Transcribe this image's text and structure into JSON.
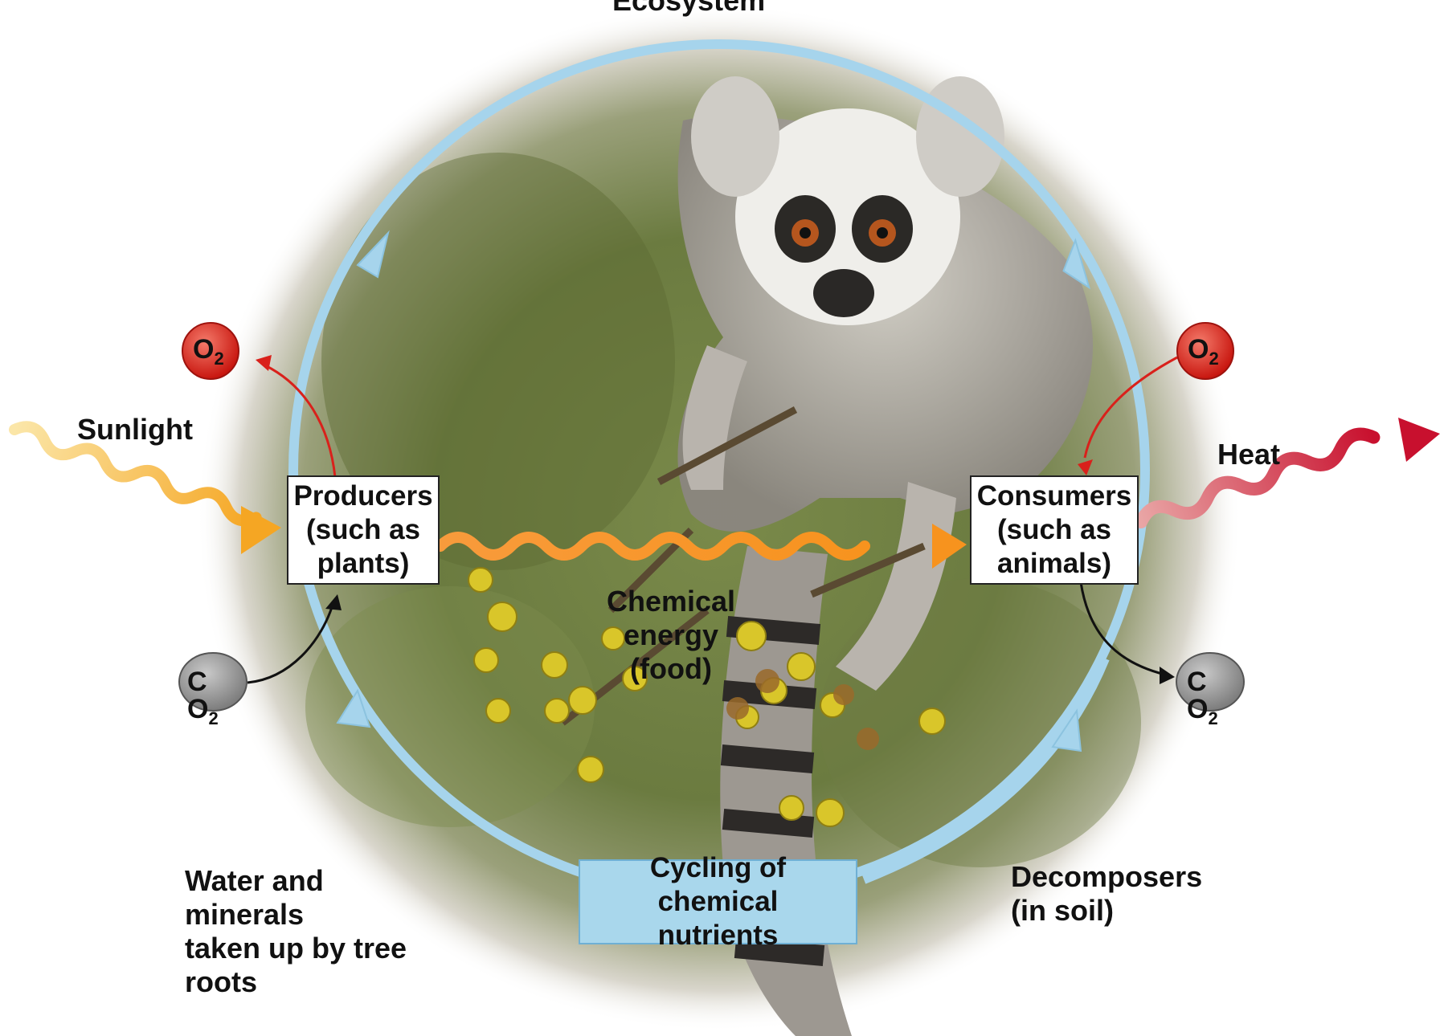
{
  "title": "Ecosystem",
  "labels": {
    "sunlight": "Sunlight",
    "heat": "Heat",
    "producers": "Producers\n(such as\nplants)",
    "consumers": "Consumers\n(such as\nanimals)",
    "chemical_energy": "Chemical\nenergy\n(food)",
    "cycling": "Cycling of\nchemical\nnutrients",
    "water_minerals": "Water and\nminerals\ntaken up by tree\nroots",
    "decomposers": "Decomposers\n(in soil)"
  },
  "molecules": {
    "o2_left": {
      "main": "O",
      "sub": "2"
    },
    "o2_right": {
      "main": "O",
      "sub": "2"
    },
    "co2_left": {
      "top": "C",
      "main": "O",
      "sub": "2"
    },
    "co2_right": {
      "top": "C",
      "main": "O",
      "sub": "2"
    }
  },
  "colors": {
    "cycle_arrow": "#a6d4ec",
    "sunlight_start": "#f9e3a0",
    "sunlight_end": "#f5a623",
    "energy_arrow": "#f7931e",
    "heat_start": "#e8a0a0",
    "heat_end": "#c8102e",
    "oxygen": "#d9211b",
    "carbon_dioxide": "#8a8a8a"
  }
}
